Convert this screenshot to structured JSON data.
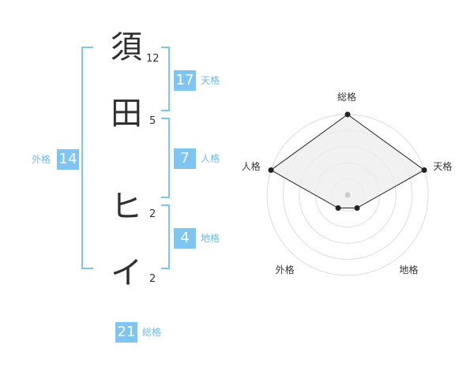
{
  "name": {
    "characters": [
      {
        "char": "須",
        "strokes": "12"
      },
      {
        "char": "田",
        "strokes": "5"
      },
      {
        "char": "ヒ",
        "strokes": "2"
      },
      {
        "char": "イ",
        "strokes": "2"
      }
    ]
  },
  "kakusu": {
    "tenkaku": {
      "value": "17",
      "label": "天格"
    },
    "jinkaku": {
      "value": "7",
      "label": "人格"
    },
    "chikaku": {
      "value": "4",
      "label": "地格"
    },
    "gaikaku": {
      "value": "14",
      "label": "外格"
    },
    "soukaku": {
      "value": "21",
      "label": "総格"
    }
  },
  "colors": {
    "accent": "#7ec5f2",
    "bracket": "#7ec5f2",
    "text": "#333333",
    "radar_fill": "#eeeeee",
    "radar_ring": "#dddddd"
  },
  "chart_data": {
    "type": "radar",
    "axes": [
      "総格",
      "天格",
      "地格",
      "外格",
      "人格"
    ],
    "values": [
      5,
      5,
      1,
      1,
      5
    ],
    "rmax": 5,
    "rings": 5
  }
}
